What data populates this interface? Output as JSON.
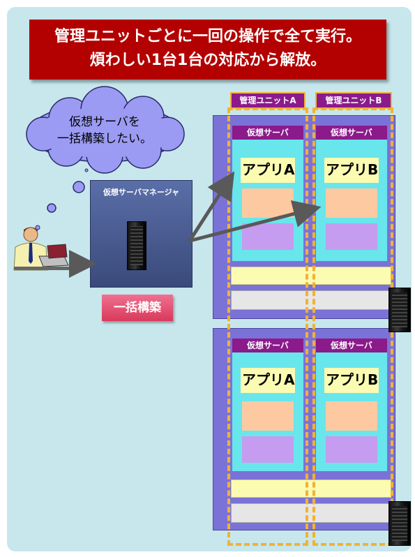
{
  "banner": {
    "line1": "管理ユニットごとに一回の操作で全て実行。",
    "line2": "煩わしい1台1台の対応から解放。"
  },
  "thought": {
    "line1": "仮想サーバを",
    "line2": "一括構築したい。"
  },
  "manager": {
    "title": "仮想サーバマネージャ",
    "action_label": "一括構築"
  },
  "units": {
    "a_label": "管理ユニットA",
    "b_label": "管理ユニットB"
  },
  "virtual_server_label": "仮想サーバ",
  "app_a": "アプリA",
  "app_b": "アプリB",
  "colors": {
    "banner": "#b30000",
    "rack": "#7b72d8",
    "virtual_server": "#68e6ec",
    "unit_frame": "#f2b233",
    "header": "#8b1a8b"
  }
}
